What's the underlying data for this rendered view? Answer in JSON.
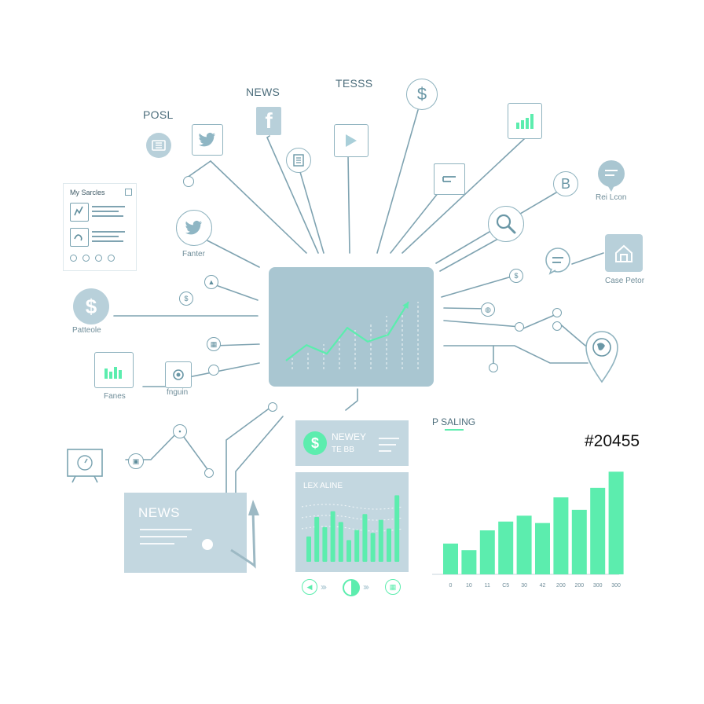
{
  "labels": {
    "posl": "POSL",
    "news_top": "NEWS",
    "tesss": "TESSS",
    "my_sarcles": "My Sarcles",
    "fanter": "Fanter",
    "patteole": "Patteole",
    "fanes": "Fanes",
    "fnguin": "fnguin",
    "rei_lcon": "Rei Lcon",
    "case_petor": "Case Petor",
    "p_saling": "P SALING",
    "hash_value": "#20455"
  },
  "cards": {
    "newey_title": "NEWEY",
    "newey_sub": "TE BB",
    "lex_aline": "LEX ALINE",
    "news_card": "NEWS"
  },
  "icons": {
    "dollar": "$",
    "b_letter": "B",
    "facebook": "f"
  },
  "colors": {
    "accent_green": "#5cedae",
    "panel": "#a9c6d1",
    "line": "#7fa3b1"
  },
  "chart_data": [
    {
      "type": "bar",
      "title": "",
      "categories": [
        "0",
        "10",
        "11",
        "C5",
        "30",
        "42",
        "200",
        "200",
        "300",
        "300"
      ],
      "values": [
        42,
        33,
        60,
        72,
        80,
        70,
        105,
        88,
        118,
        140
      ],
      "ylim": [
        0,
        150
      ],
      "grid": false,
      "xlabel": "",
      "ylabel": ""
    },
    {
      "type": "bar",
      "title": "LEX ALINE",
      "categories": [
        "",
        "",
        "",
        "",
        "",
        "",
        "",
        "",
        "",
        "",
        "",
        ""
      ],
      "values": [
        35,
        62,
        48,
        70,
        55,
        30,
        44,
        66,
        40,
        58,
        46,
        92
      ],
      "ylim": [
        0,
        100
      ],
      "grid": true
    },
    {
      "type": "line",
      "title": "",
      "x": [
        0,
        1,
        2,
        3,
        4,
        5,
        6
      ],
      "values": [
        10,
        28,
        18,
        48,
        32,
        40,
        78
      ],
      "ylim": [
        0,
        100
      ],
      "grid": false
    }
  ]
}
